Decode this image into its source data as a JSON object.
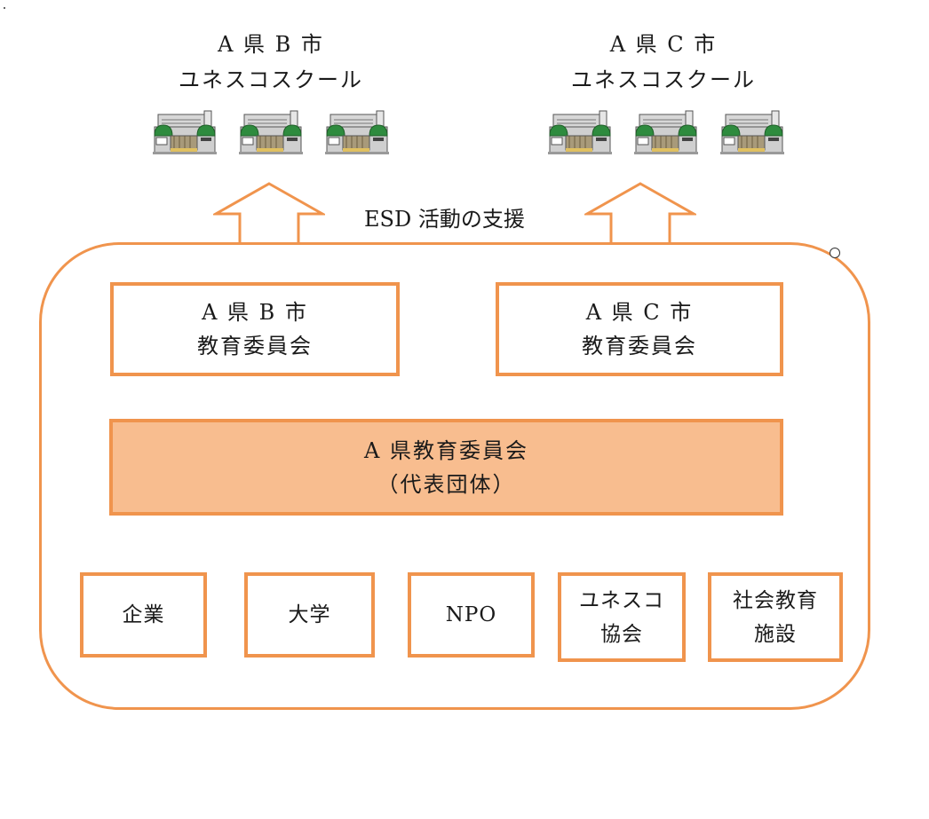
{
  "schools": [
    {
      "line1": "A 県 B 市",
      "line2": "ユネスコスクール",
      "icon_count": 3
    },
    {
      "line1": "A 県 C 市",
      "line2": "ユネスコスクール",
      "icon_count": 3
    }
  ],
  "support_label": "ESD 活動の支援",
  "boards": [
    {
      "line1": "A 県 B 市",
      "line2": "教育委員会"
    },
    {
      "line1": "A 県 C 市",
      "line2": "教育委員会"
    }
  ],
  "representative": {
    "line1": "A 県教育委員会",
    "line2": "（代表団体）"
  },
  "partners": [
    {
      "line1": "企業",
      "line2": ""
    },
    {
      "line1": "大学",
      "line2": ""
    },
    {
      "line1": "NPO",
      "line2": ""
    },
    {
      "line1": "ユネスコ",
      "line2": "協会"
    },
    {
      "line1": "社会教育",
      "line2": "施設"
    }
  ],
  "colors": {
    "border": "#f0944d",
    "fill": "#f8bd8f",
    "roof_green": "#2e8b3e"
  },
  "icons": {
    "school": "school-building-icon",
    "arrow": "up-arrow-icon"
  }
}
